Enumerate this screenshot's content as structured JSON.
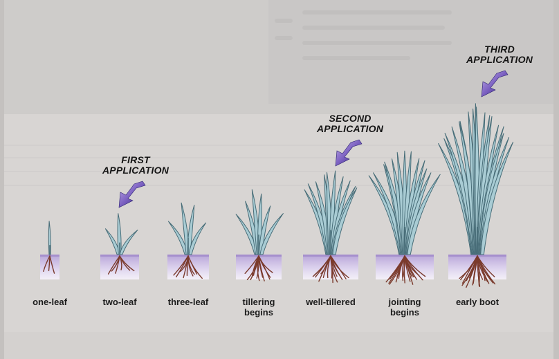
{
  "stages": [
    {
      "id": "one-leaf",
      "label_lines": [
        "one-leaf"
      ]
    },
    {
      "id": "two-leaf",
      "label_lines": [
        "two-leaf"
      ]
    },
    {
      "id": "three-leaf",
      "label_lines": [
        "three-leaf"
      ]
    },
    {
      "id": "tillering-begins",
      "label_lines": [
        "tillering",
        "begins"
      ]
    },
    {
      "id": "well-tillered",
      "label_lines": [
        "well-tillered"
      ]
    },
    {
      "id": "jointing-begins",
      "label_lines": [
        "jointing",
        "begins"
      ]
    },
    {
      "id": "early-boot",
      "label_lines": [
        "early boot"
      ]
    }
  ],
  "applications": [
    {
      "id": "first",
      "line1": "FIRST",
      "line2": "APPLICATION",
      "stage": "two-leaf"
    },
    {
      "id": "second",
      "line1": "SECOND",
      "line2": "APPLICATION",
      "stage": "well-tillered"
    },
    {
      "id": "third",
      "line1": "THIRD",
      "line2": "APPLICATION",
      "stage": "early-boot"
    }
  ],
  "colors": {
    "plant_blade": "#a9ccd4",
    "plant_outline": "#486d78",
    "soil_top": "#c6b8e0",
    "soil_bottom": "#f1eef8",
    "roots": "#7a3a2c",
    "arrow_dark": "#2a2070",
    "arrow_light": "#a48bd6",
    "background": "#d9d6d4"
  }
}
